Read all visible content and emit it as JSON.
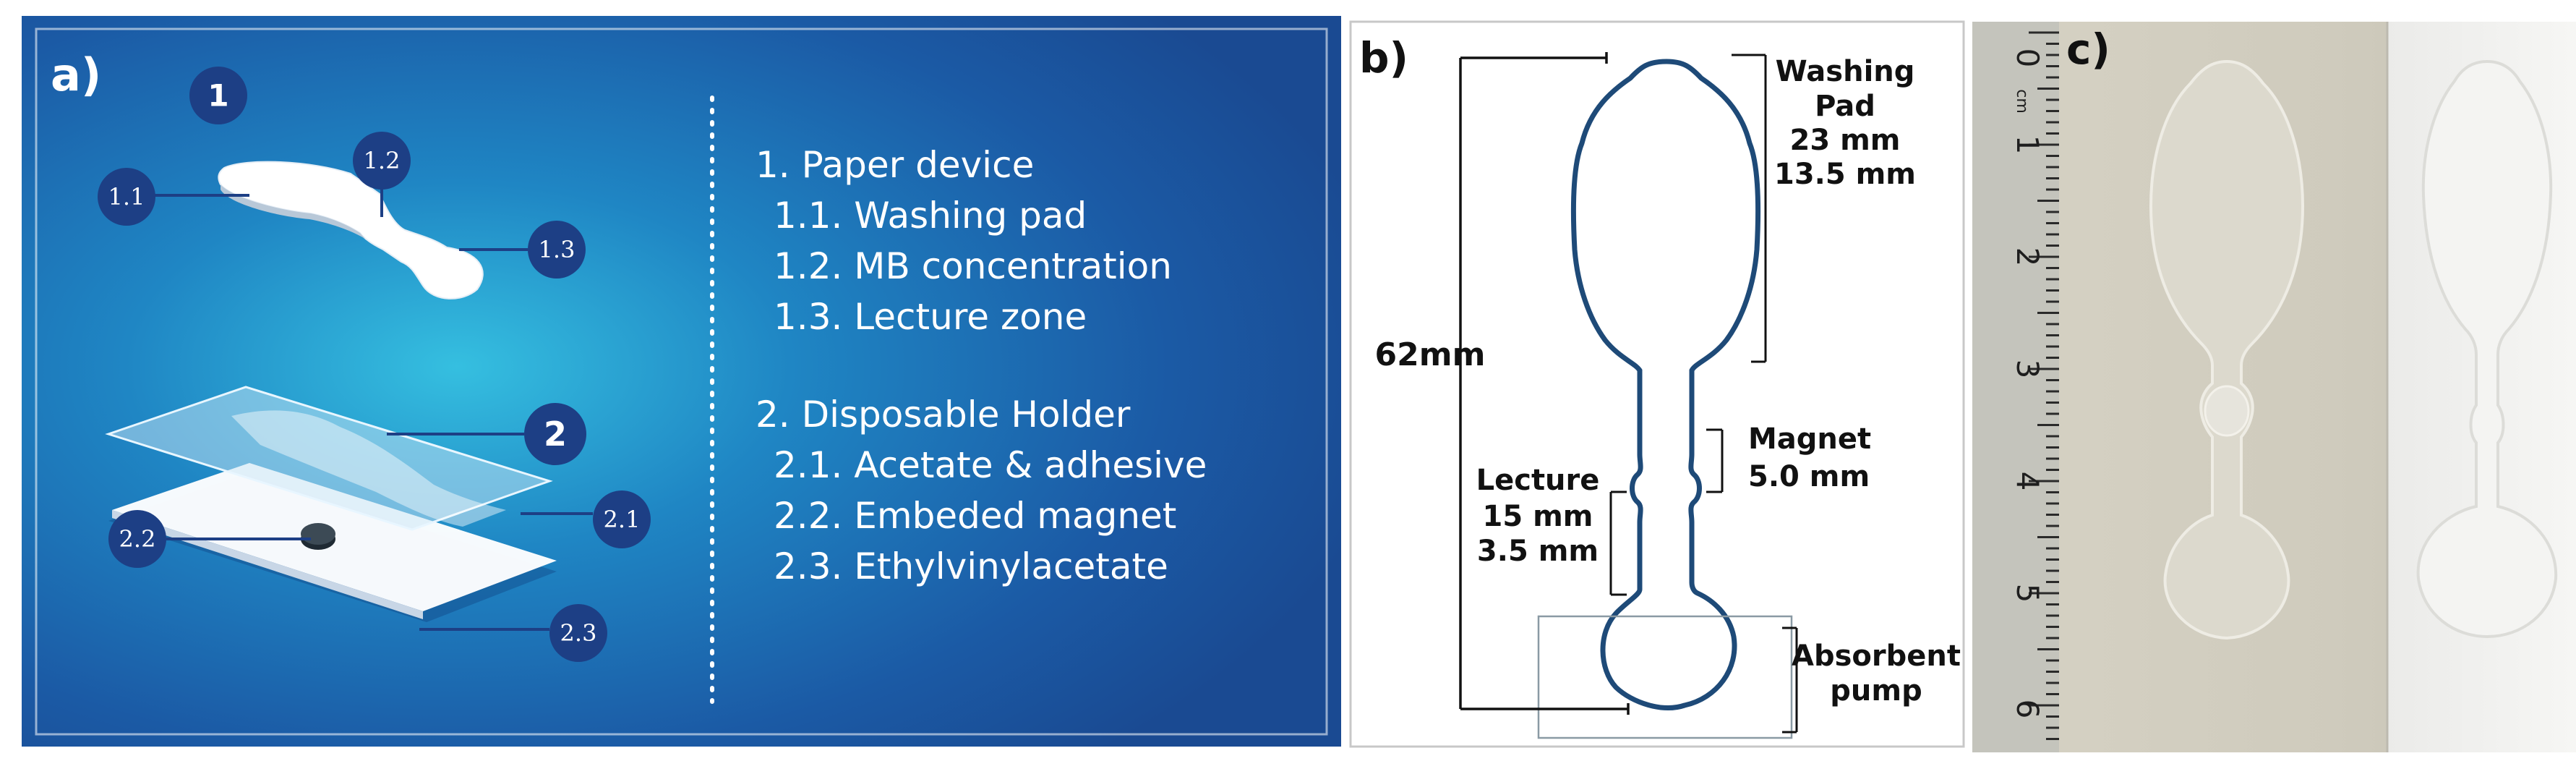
{
  "panel_a": {
    "label": "a)",
    "callouts": {
      "c1": "1",
      "c1_1": "1.1",
      "c1_2": "1.2",
      "c1_3": "1.3",
      "c2": "2",
      "c2_1": "2.1",
      "c2_2": "2.2",
      "c2_3": "2.3"
    },
    "legend": {
      "group1_title": "1. Paper device",
      "group1_items": [
        "1.1. Washing pad",
        "1.2. MB concentration",
        "1.3. Lecture zone"
      ],
      "group2_title": "2. Disposable Holder",
      "group2_items": [
        "2.1. Acetate & adhesive",
        "2.2. Embeded magnet",
        "2.3. Ethylvinylacetate"
      ]
    },
    "colors": {
      "bg_dark": "#1a4a92",
      "bg_glow": "#2fb4d8",
      "callout": "#1d3f85",
      "text": "#ffffff"
    }
  },
  "panel_b": {
    "label": "b)",
    "total_length": "62mm",
    "washing": [
      "Washing",
      "Pad",
      "23 mm",
      "13.5 mm"
    ],
    "magnet": [
      "Magnet",
      "5.0 mm"
    ],
    "lecture": [
      "Lecture",
      "15 mm",
      "3.5 mm"
    ],
    "absorbent": [
      "Absorbent",
      "pump"
    ],
    "colors": {
      "outline": "#1e4a78"
    }
  },
  "panel_c": {
    "label": "c)",
    "ruler_numbers": [
      "0",
      "1",
      "2",
      "3",
      "4",
      "5",
      "6"
    ],
    "ruler_unit": "cm"
  }
}
